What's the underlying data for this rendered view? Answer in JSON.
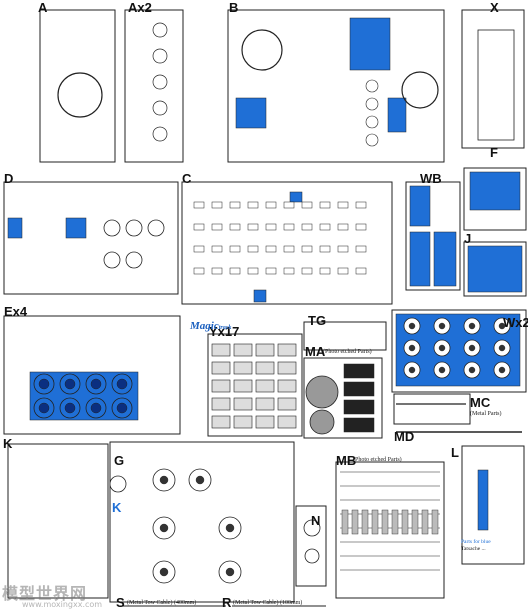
{
  "sprue_labels": {
    "A": "A",
    "Ax2": "Ax2",
    "B": "B",
    "X": "X",
    "D": "D",
    "C": "C",
    "WB": "WB",
    "F": "F",
    "J": "J",
    "Ex4": "Ex4",
    "Yx17": "Yx17",
    "TG": "TG",
    "Wx2": "Wx2",
    "MA": "MA",
    "MC": "MC",
    "MD": "MD",
    "K_top": "K",
    "G": "G",
    "K_side": "K",
    "S": "S",
    "R": "R",
    "N": "N",
    "MB": "MB",
    "L": "L"
  },
  "captions": {
    "MA": "(Photo etched Parts)",
    "MC": "(Metal Parts)",
    "MB": "(Photo etched Parts)",
    "S": "(Metal Tow Cable) (400mm)",
    "R": "(Metal Tow Cable) (100mm)"
  },
  "magic_track": {
    "brand": "Magic",
    "suffix": "track"
  },
  "decal_notes": [
    "Parts for blue",
    "Tatsache ..."
  ],
  "watermark": {
    "main": "模型世界网",
    "url": "www.moxingxx.com"
  },
  "colors": {
    "blue": "#1f6fd6",
    "line": "#222222"
  }
}
